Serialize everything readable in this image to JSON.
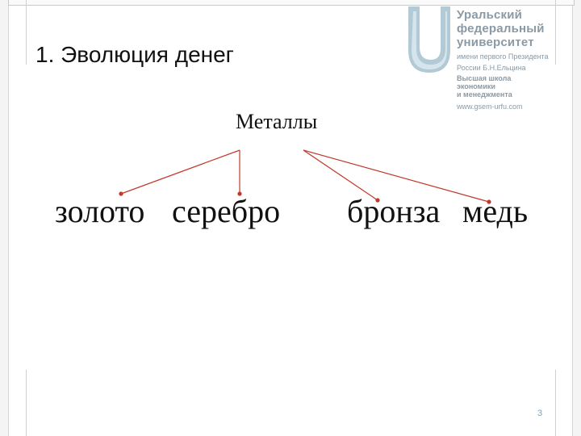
{
  "slide": {
    "title": "1. Эволюция денег",
    "page_number": "3"
  },
  "logo": {
    "line1": "Уральский",
    "line2": "федеральный",
    "line3": "университет",
    "sub1": "имени первого Президента",
    "sub2": "России Б.Н.Ельцина",
    "school1": "Высшая школа",
    "school2": "экономики",
    "school3": "и менеджмента",
    "url": "www.gsem-urfu.com",
    "color": "#8a9aa6"
  },
  "diagram": {
    "root": "Металлы",
    "leaves": {
      "gold": "золото",
      "silver": "серебро",
      "bronze": "бронза",
      "copper": "медь"
    },
    "connector_color": "#c0392b"
  }
}
